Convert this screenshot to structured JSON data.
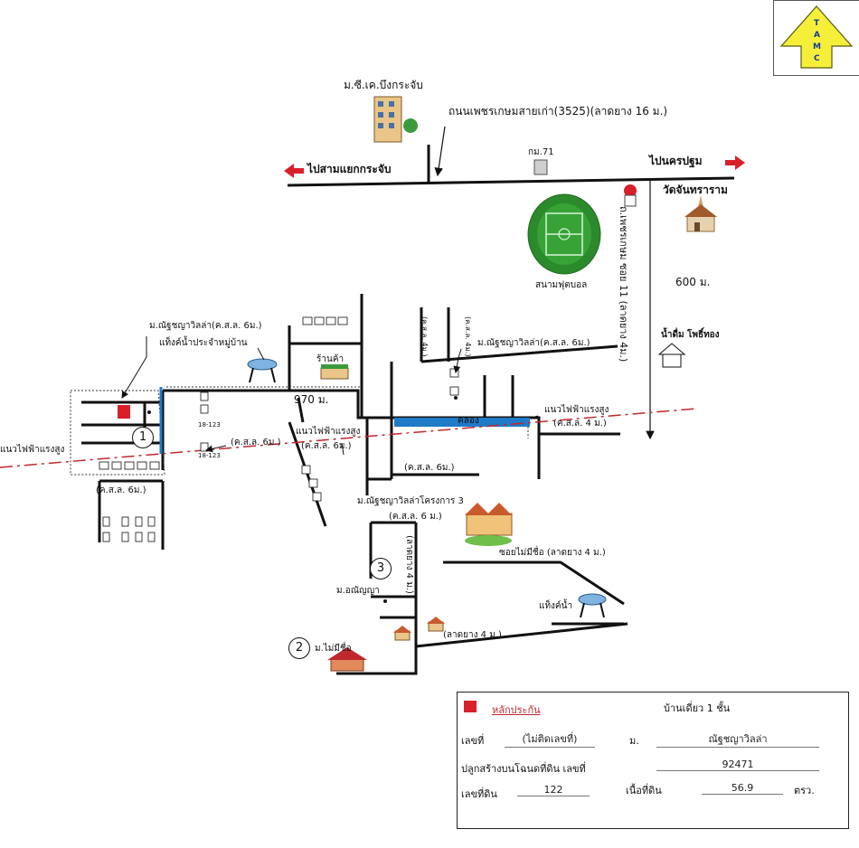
{
  "compass": {
    "letters": [
      "T",
      "A",
      "M",
      "C"
    ]
  },
  "roads": {
    "petchkasem": "ถนนเพชรเกษมสายเก่า(3525)(ลาดยาง 16 ม.)",
    "to_sam_yaek": "ไปสามแยกกระจับ",
    "to_nakhon_pathom": "ไปนครปฐม",
    "km_post": "กม.71",
    "branch_road": "ถ.เพชรเกษม ซอย 11 (ลาดยาง 4ม.)",
    "distance_600": "600 ม.",
    "distance_970": "970 ม.",
    "ks_6m_a": "(ค.ส.ล. 6ม.)",
    "ks_6m_b": "(ค.ส.ล. 6ม.)",
    "ks_6m_c": "(ค.ส.ล. 6ม.)",
    "ks_6m_d": "(ค.ส.ล. 6ม.)",
    "ks_6_m": "(ค.ส.ล. 6 ม.)",
    "ks_4m_a": "(ค.ส.ล. 4ม.)",
    "ks_4m_b": "(ค.ส.ล. 4ม.)",
    "ks_4m_c": "(ค.ส.ล. 4 ม.)",
    "laterite_4_a": "(ลาดยาง 4 ม.)",
    "laterite_4_b": "(ลาดยาง 4 ม.)",
    "soi_no_name": "ซอยไม่มีชื่อ (ลาดยาง 4 ม.)",
    "canal": "คลอง",
    "hv_line_left": "แนวไฟฟ้าแรงสูง",
    "hv_line_mid": "แนวไฟฟ้าแรงสูง",
    "hv_line_right": "แนวไฟฟ้าแรงสูง"
  },
  "places": {
    "cp_village": "ม.ซี.เค.บึงกระจับ",
    "temple": "วัดจันทราราม",
    "stadium": "สนามฟุตบอล",
    "water_dist": "น้ำดื่ม โพธิ์ทอง",
    "village_main": "ม.ณัฐชญาวิลล่า(ค.ส.ล. 6ม.)",
    "village_mid": "ม.ณัฐชญาวิลล่า(ค.ส.ล. 6ม.)",
    "water_tower_village": "แท็งค์น้ำประจำหมู่บ้าน",
    "shop": "ร้านค้า",
    "project3": "ม.ณัฐชญาวิลล่าโครงการ 3",
    "anyanya": "ม.อณัญญา",
    "no_name_village": "ม.ไม่มีชื่อ",
    "water_tower": "แท็งค์น้ำ",
    "house_code_1": "18-123",
    "house_code_2": "18-123"
  },
  "markers": [
    "1",
    "2",
    "3"
  ],
  "legend": {
    "collateral_label": "หลักประกัน",
    "building_type": "บ้านเดี่ยว 1 ชั้น",
    "house_no_label": "เลขที่",
    "house_no_value": "(ไม่ติดเลขที่)",
    "moo_label": "ม.",
    "moo_value": "ณัฐชญาวิลล่า",
    "deed_label": "ปลูกสร้างบนโฉนดที่ดิน เลขที่",
    "deed_value": "92471",
    "land_no_label": "เลขที่ดิน",
    "land_no_value": "122",
    "area_label": "เนื้อที่ดิน",
    "area_value": "56.9",
    "area_unit": "ตรว.",
    "collateral_color": "#d8202b"
  }
}
